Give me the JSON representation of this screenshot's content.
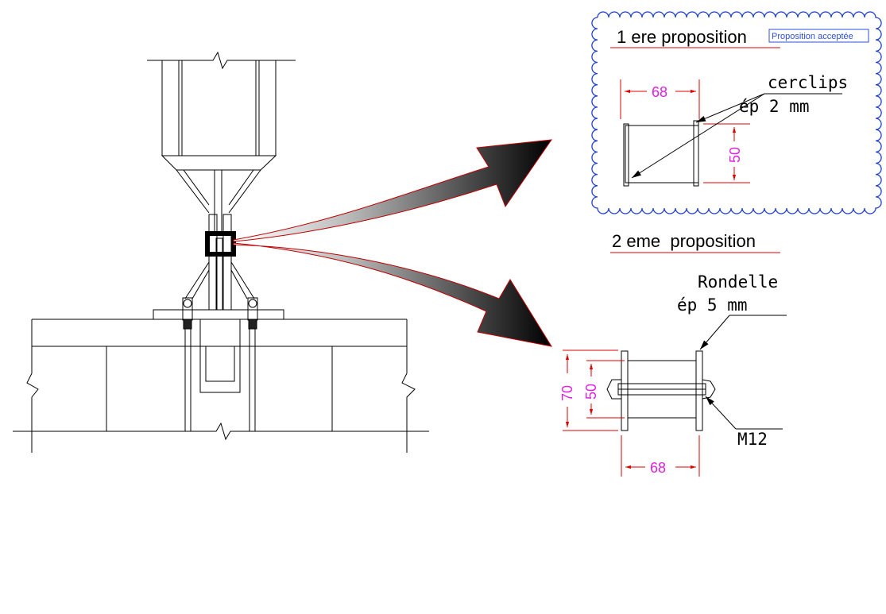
{
  "proposal_1": {
    "title": "1 ere proposition",
    "badge": "Proposition acceptée",
    "callout_line1": "cerclips",
    "callout_line2": "ép 2 mm",
    "dim_length": "68",
    "dim_height": "50"
  },
  "proposal_2": {
    "title": "2 eme  proposition",
    "callout_line1": "Rondelle",
    "callout_line2": "ép 5 mm",
    "bolt_label": "M12",
    "dim_outer": "70",
    "dim_inner": "50",
    "dim_length": "68"
  },
  "colors": {
    "dimension": "#e020e0",
    "dimension_line": "#e00000",
    "badge": "#2e4fd8",
    "cloud": "#1f3fd0"
  }
}
